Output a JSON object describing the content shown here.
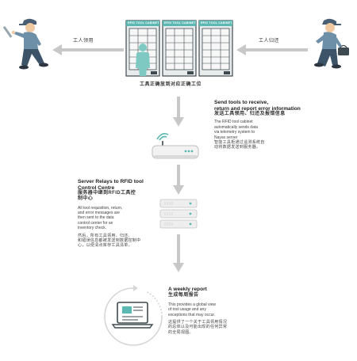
{
  "top": {
    "left_label": "工人领用",
    "right_label": "工人归还",
    "cabinet_labels": [
      "RFID TOOL CABINET",
      "RFID TOOL CABINET",
      "RFID TOOL CABINET"
    ],
    "caption": "工具正确放到对应正确工位"
  },
  "step1": {
    "title_line1": "Send tools to receive,",
    "title_line2": "return and report error information",
    "title_cn": "发送工具领用、归还及报错信息",
    "body_en": [
      "The RFID tool cabinet",
      "automatically sends data",
      "via telemetry system to",
      "Nayax server"
    ],
    "body_cn": [
      "智能工具柜通过遥测系统自",
      "动将数据发送到服务器。"
    ]
  },
  "step2": {
    "title_line1": "Server Relays to RFID tool",
    "title_line2": "Control Centre",
    "title_cn_line1": "服务器中继到RFID工具控",
    "title_cn_line2": "制中心",
    "body_en": [
      "All tool requisition, return,",
      "and error messages are",
      "then sent to the data",
      "control center for an",
      "inventory check."
    ],
    "body_cn": [
      "然后，所有工具领用、归还、",
      "和错误信息都被发送到数据控制中",
      "心，以便清点库存工具清单。"
    ]
  },
  "step3": {
    "title": "A weekly report",
    "title_cn": "生成每周报告",
    "body_en": [
      "This provides a global view",
      "of tool usage and any",
      "exceptions that may occur."
    ],
    "body_cn": [
      "这提供了一个关于工具领用情况",
      "的总体以及可能出现的任何异常",
      "的全局视图。"
    ]
  },
  "colors": {
    "accent": "#5cb8b2",
    "arrow": "#c8c8c8",
    "cabinet": "#3d4a4f",
    "worker_shirt": "#6d8fa8",
    "worker_pants": "#3d5468"
  }
}
